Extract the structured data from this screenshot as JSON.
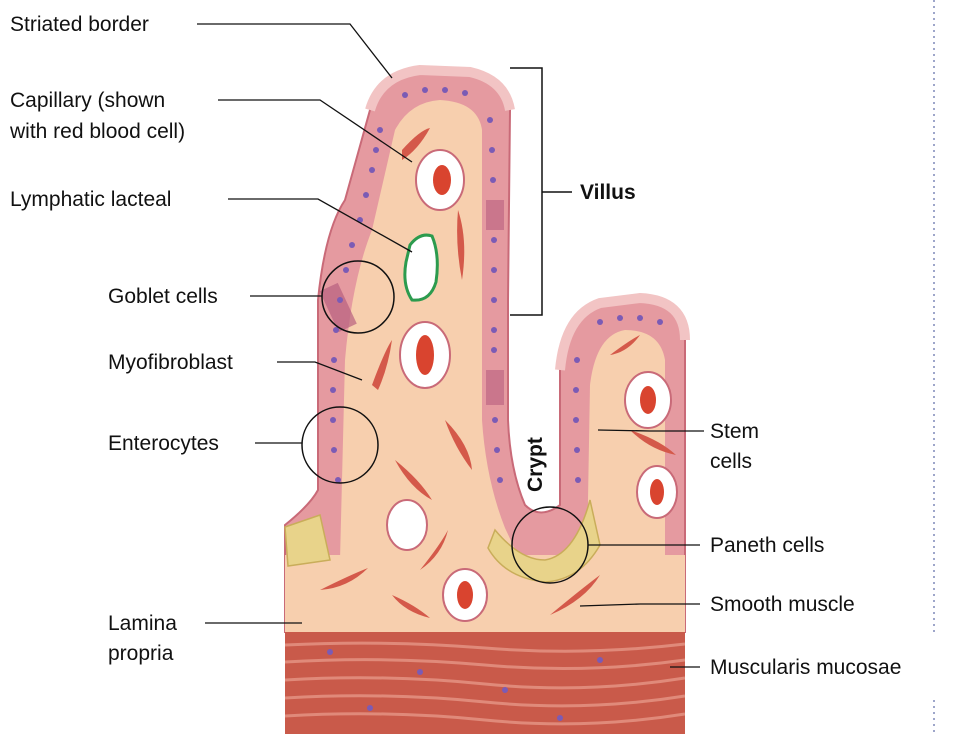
{
  "labels": {
    "striated_border": "Striated border",
    "capillary_line1": "Capillary (shown",
    "capillary_line2": "with red blood cell)",
    "lymphatic_lacteal": "Lymphatic lacteal",
    "villus": "Villus",
    "goblet_cells": "Goblet cells",
    "myofibroblast": "Myofibroblast",
    "enterocytes": "Enterocytes",
    "crypt": "Crypt",
    "stem_line1": "Stem",
    "stem_line2": "cells",
    "paneth_cells": "Paneth cells",
    "smooth_muscle": "Smooth muscle",
    "lamina_line1": "Lamina",
    "lamina_line2": "propria",
    "muscularis_mucosae": "Muscularis mucosae"
  },
  "colors": {
    "epithelium": "#e59aa0",
    "epithelium_edge": "#c96a78",
    "striated_border": "#f2c4c4",
    "nuclei": "#7b5bb5",
    "lamina_propria": "#f7cfae",
    "lamina_dots": "#f0b48e",
    "blood_cell": "#d9442f",
    "lacteal": "#2c9b4e",
    "paneth": "#e8d38a",
    "muscle": "#d4594a",
    "muscularis": "#c95a4a"
  }
}
